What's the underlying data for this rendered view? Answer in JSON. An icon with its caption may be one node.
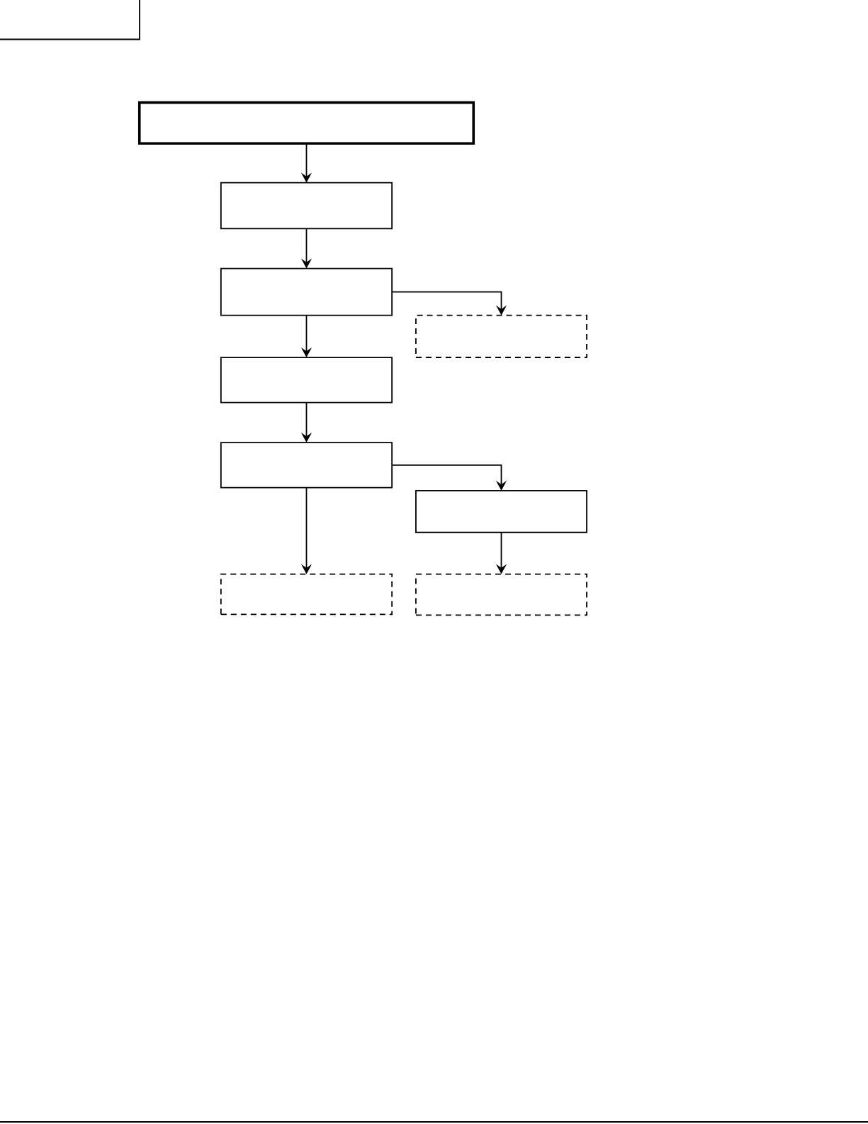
{
  "diagram": {
    "nodes": [
      {
        "text": [],
        "shape": "box"
      },
      {
        "text": [],
        "shape": "box"
      },
      {
        "text": [],
        "shape": "box"
      },
      {
        "text": [],
        "shape": "box"
      },
      {
        "text": [],
        "shape": "box"
      },
      {
        "text": [],
        "shape": "box"
      },
      {
        "text": [],
        "shape": "box"
      },
      {
        "text": [],
        "shape": "box"
      },
      {
        "text": [],
        "shape": "box"
      }
    ],
    "edges": [
      {
        "from": 0,
        "to": 1,
        "arrow": "to"
      },
      {
        "from": 1,
        "to": 2,
        "arrow": "to"
      },
      {
        "from": 2,
        "to": 3,
        "arrow": "to"
      },
      {
        "from": 2,
        "to": 4,
        "arrow": "to"
      },
      {
        "from": 4,
        "to": 5,
        "arrow": "to"
      },
      {
        "from": 5,
        "to": 6,
        "arrow": "to"
      },
      {
        "from": 5,
        "to": 7,
        "arrow": "to"
      },
      {
        "from": 6,
        "to": 8,
        "arrow": "to"
      }
    ]
  }
}
